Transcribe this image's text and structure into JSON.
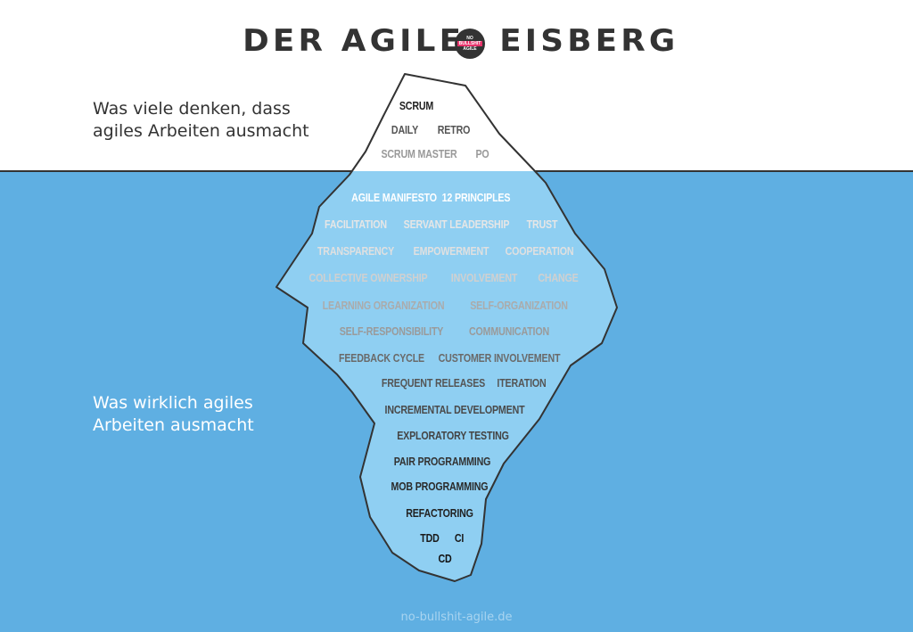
{
  "title": {
    "left": "DER AGILE",
    "right": "EISBERG",
    "logo_text": [
      "NO",
      "BULLSHIT",
      "AGILE"
    ]
  },
  "captions": {
    "above": [
      "Was viele denken, dass",
      "agiles Arbeiten ausmacht"
    ],
    "below": [
      "Was wirklich agiles",
      "Arbeiten ausmacht"
    ]
  },
  "colors": {
    "sea": "#5fafe2",
    "iceberg_underwater": "#8fcff2",
    "iceberg_above": "#ffffff",
    "logo_accent": "#e8336b"
  },
  "words": [
    {
      "text": "SCRUM",
      "color": "#222222"
    },
    {
      "text": "DAILY",
      "color": "#555555"
    },
    {
      "text": "RETRO",
      "color": "#555555"
    },
    {
      "text": "SCRUM MASTER",
      "color": "#999999"
    },
    {
      "text": "PO",
      "color": "#999999"
    },
    {
      "text": "AGILE MANIFESTO",
      "color": "#ffffff"
    },
    {
      "text": "12 PRINCIPLES",
      "color": "#ffffff"
    },
    {
      "text": "FACILITATION",
      "color": "#e6e6e6"
    },
    {
      "text": "SERVANT LEADERSHIP",
      "color": "#e6e6e6"
    },
    {
      "text": "TRUST",
      "color": "#e6e6e6"
    },
    {
      "text": "TRANSPARENCY",
      "color": "#e0e0e0"
    },
    {
      "text": "EMPOWERMENT",
      "color": "#e0e0e0"
    },
    {
      "text": "COOPERATION",
      "color": "#e0e0e0"
    },
    {
      "text": "COLLECTIVE OWNERSHIP",
      "color": "#d0d0d0"
    },
    {
      "text": "INVOLVEMENT",
      "color": "#d0d0d0"
    },
    {
      "text": "CHANGE",
      "color": "#d0d0d0"
    },
    {
      "text": "LEARNING ORGANIZATION",
      "color": "#ababab"
    },
    {
      "text": "SELF-ORGANIZATION",
      "color": "#ababab"
    },
    {
      "text": "SELF-RESPONSIBILITY",
      "color": "#9a9a9a"
    },
    {
      "text": "COMMUNICATION",
      "color": "#9a9a9a"
    },
    {
      "text": "FEEDBACK CYCLE",
      "color": "#6a6a6a"
    },
    {
      "text": "CUSTOMER INVOLVEMENT",
      "color": "#6a6a6a"
    },
    {
      "text": "FREQUENT RELEASES",
      "color": "#555555"
    },
    {
      "text": "ITERATION",
      "color": "#555555"
    },
    {
      "text": "INCREMENTAL DEVELOPMENT",
      "color": "#4a4a4a"
    },
    {
      "text": "EXPLORATORY TESTING",
      "color": "#444444"
    },
    {
      "text": "PAIR PROGRAMMING",
      "color": "#333333"
    },
    {
      "text": "MOB PROGRAMMING",
      "color": "#2a2a2a"
    },
    {
      "text": "REFACTORING",
      "color": "#222222"
    },
    {
      "text": "TDD",
      "color": "#1a1a1a"
    },
    {
      "text": "CI",
      "color": "#1a1a1a"
    },
    {
      "text": "CD",
      "color": "#111111"
    }
  ],
  "footer": "no-bullshit-agile.de"
}
